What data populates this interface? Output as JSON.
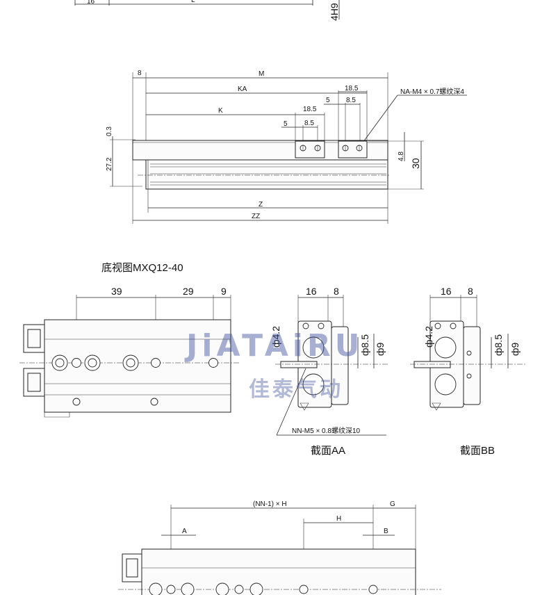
{
  "top_fragment": {
    "dim_left": "16",
    "dim_mid": "L",
    "dim_right": "4H9"
  },
  "side_view": {
    "dims": {
      "a": "8",
      "m": "M",
      "ka": "KA",
      "k": "K",
      "d18_5_top": "18.5",
      "d5_top": "5",
      "d8_5_top": "8.5",
      "d18_5_mid": "18.5",
      "d5_mid": "5",
      "d8_5_mid": "8.5",
      "d0_3": "0.3",
      "d27_2": "27.2",
      "d4_8": "4.8",
      "d30": "30",
      "z": "Z",
      "zz": "ZZ"
    },
    "callout": "NA-M4 × 0.7螺纹深4"
  },
  "bottom_view": {
    "title": "底视图MXQ12-40",
    "dims": {
      "d39": "39",
      "d29": "29",
      "d9": "9"
    }
  },
  "section_aa": {
    "title": "截面AA",
    "dims": {
      "d16": "16",
      "d8": "8",
      "phi4_2": "ф4.2",
      "phi8_5": "ф8.5",
      "phi9": "ф9"
    },
    "callout": "NN-M5 × 0.8螺纹深10"
  },
  "section_bb": {
    "title": "截面BB",
    "dims": {
      "d16": "16",
      "d8": "8",
      "phi4_2": "ф4.2",
      "phi8_5": "ф8.5",
      "phi9": "ф9"
    }
  },
  "lower_view": {
    "dims": {
      "nn_h": "(NN-1) × H",
      "g": "G",
      "a": "A",
      "h": "H",
      "b": "B"
    }
  },
  "watermark": {
    "brand": "JiATAiRU",
    "cn": "佳泰气动"
  }
}
